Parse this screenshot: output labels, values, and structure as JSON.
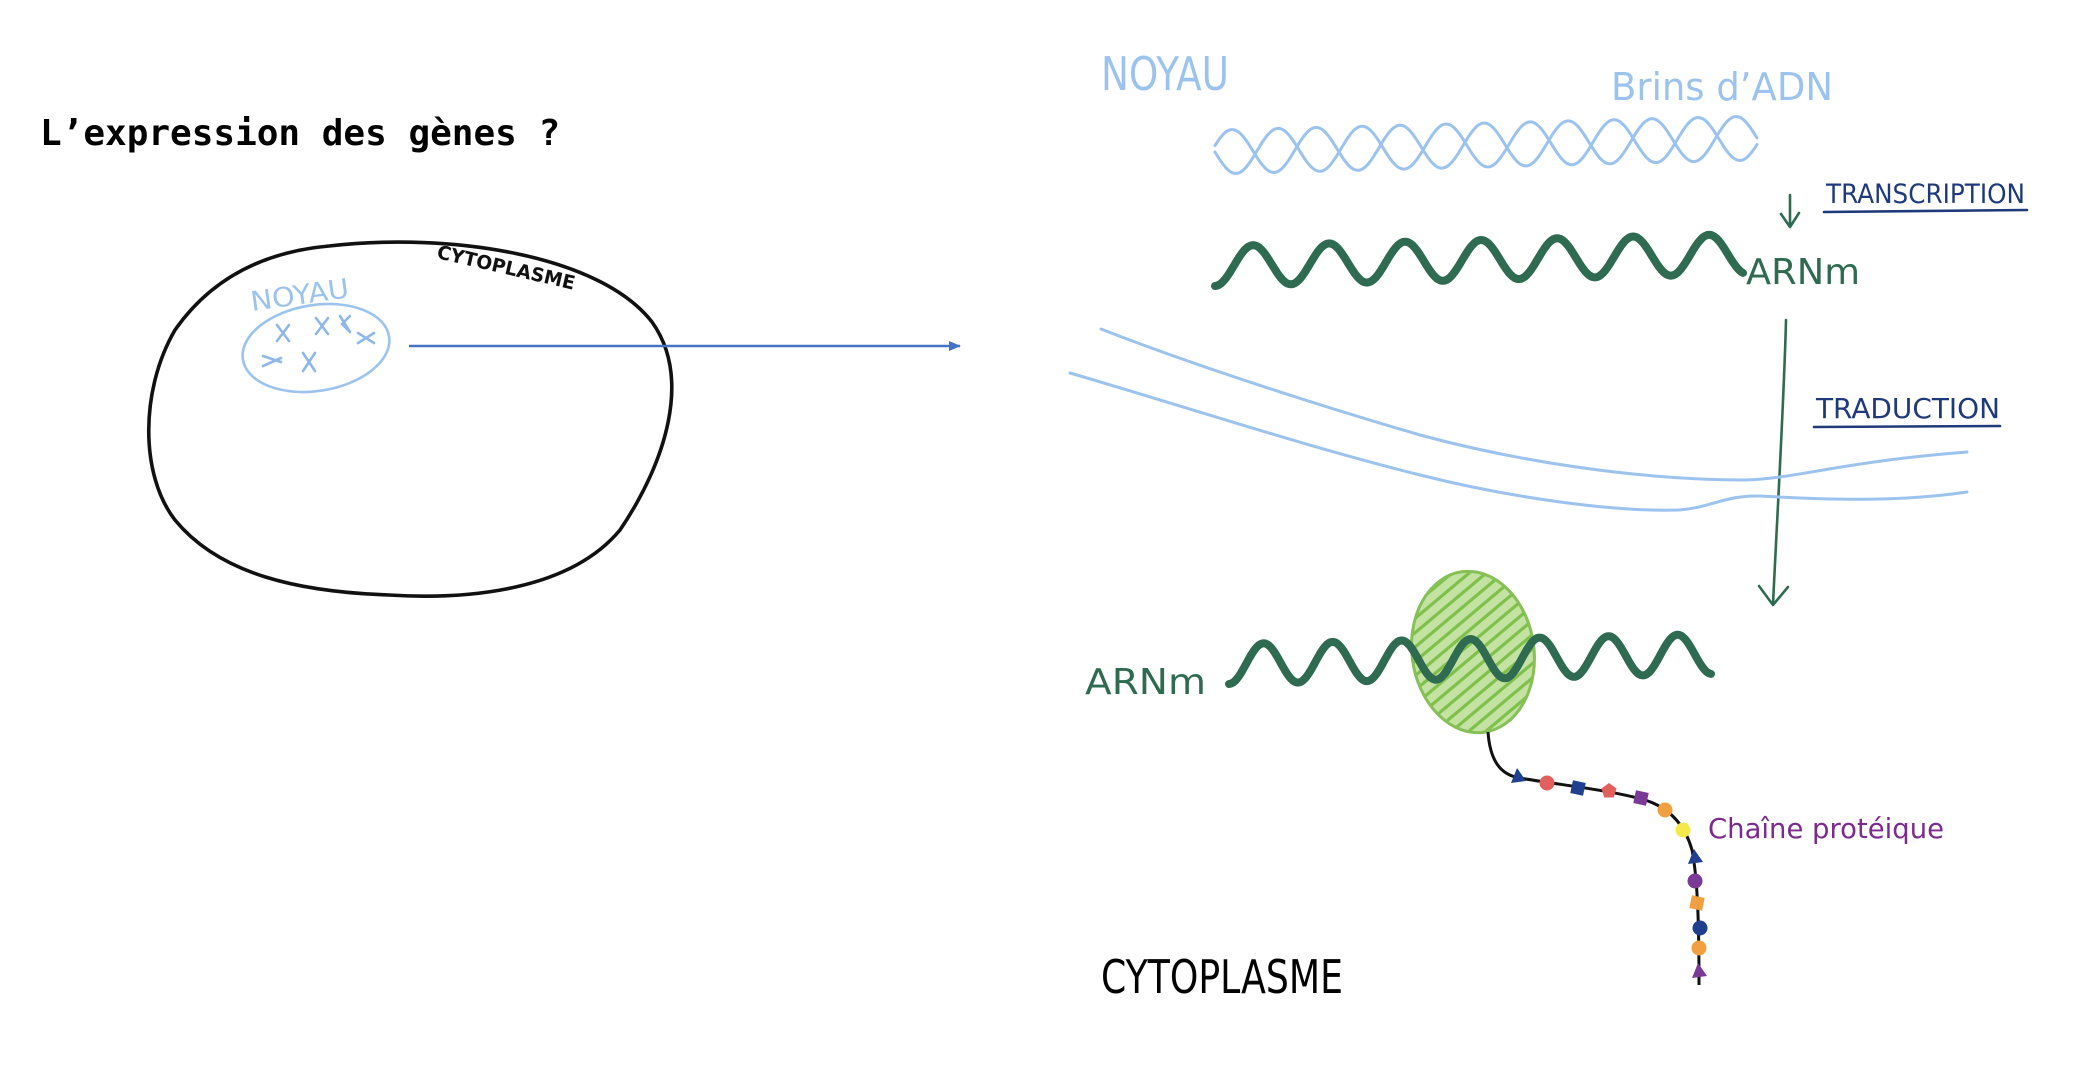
{
  "title": "L’expression des gènes ?",
  "cell": {
    "cytoplasm_label": "CYTOPLASME",
    "nucleus_label": "NOYAU"
  },
  "zoom": {
    "nucleus_label": "NOYAU",
    "dna_label": "Brins d’ADN",
    "transcription_label": "TRANSCRIPTION",
    "mrna_label_nucleus": "ARNm",
    "translation_label": "TRADUCTION",
    "mrna_label_cytoplasm": "ARNm",
    "protein_label": "Chaîne protéique",
    "cytoplasm_label": "CYTOPLASME"
  },
  "colors": {
    "cell_membrane": "#111111",
    "nucleus": "#9cc3ee",
    "zoom_arrow": "#4472c4",
    "mrna": "#2f6b50",
    "process_labels": "#1f3a7a",
    "ribosome": "#86c057",
    "protein_chain": "#111111",
    "protein_label": "#7b2b8f",
    "cytoplasm_label": "#000000"
  },
  "protein_chain": {
    "beads": [
      {
        "shape": "triangle",
        "color": "#1f3f8f"
      },
      {
        "shape": "circle",
        "color": "#e0605c"
      },
      {
        "shape": "square",
        "color": "#1f3f8f"
      },
      {
        "shape": "pentagon",
        "color": "#e0605c"
      },
      {
        "shape": "square",
        "color": "#7b3a96"
      },
      {
        "shape": "circle",
        "color": "#f0a040"
      },
      {
        "shape": "circle",
        "color": "#f5e84a"
      },
      {
        "shape": "triangle",
        "color": "#1f3f8f"
      },
      {
        "shape": "circle",
        "color": "#7b3a96"
      },
      {
        "shape": "square",
        "color": "#f0a040"
      },
      {
        "shape": "circle",
        "color": "#1f3f8f"
      },
      {
        "shape": "circle",
        "color": "#f0a040"
      },
      {
        "shape": "triangle",
        "color": "#7b3a96"
      }
    ]
  }
}
